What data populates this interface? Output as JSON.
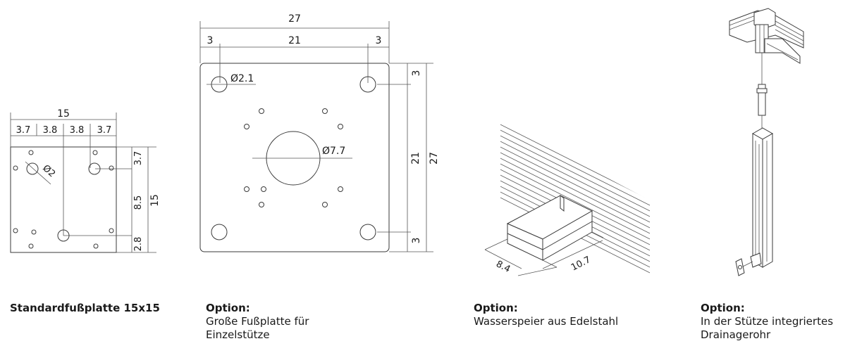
{
  "fig1": {
    "total_w": "15",
    "w1": "3.7",
    "w2": "3.8",
    "w3": "3.8",
    "w4": "3.7",
    "total_h": "15",
    "h1": "3.7",
    "h2": "8.5",
    "h3": "2.8",
    "hole": "Ø2",
    "caption": "Standardfußplatte 15x15"
  },
  "fig2": {
    "total_w": "27",
    "w1": "3",
    "w2": "21",
    "w3": "3",
    "total_h": "27",
    "h1": "3",
    "h2": "21",
    "h3": "3",
    "hole_small": "Ø2.1",
    "hole_center": "Ø7.7",
    "caption_title": "Option:",
    "caption_line1": "Große Fußplatte für",
    "caption_line2": "Einzelstütze"
  },
  "fig3": {
    "dim_a": "8.4",
    "dim_b": "10.7",
    "caption_title": "Option:",
    "caption_line1": "Wasserspeier aus Edelstahl"
  },
  "fig4": {
    "caption_title": "Option:",
    "caption_line1": "In der Stütze integriertes",
    "caption_line2": "Drainagerohr"
  }
}
